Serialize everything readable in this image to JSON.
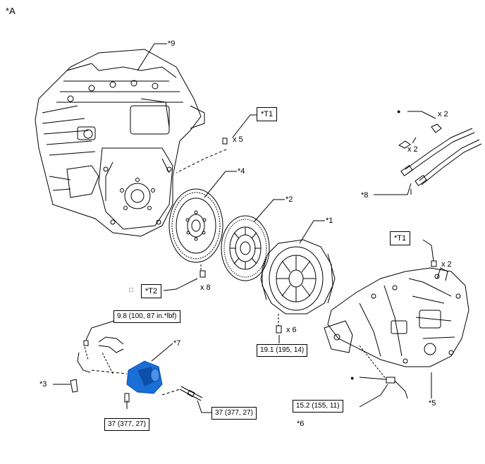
{
  "title": "*A",
  "callouts": {
    "c1": "*1",
    "c2": "*2",
    "c3": "*3",
    "c4": "*4",
    "c5": "*5",
    "c6": "*6",
    "c7": "*7",
    "c8": "*8",
    "c9": "*9"
  },
  "tools": {
    "t1_a": "*T1",
    "t1_b": "*T1",
    "t2": "*T2"
  },
  "quantities": {
    "q_x5": "x 5",
    "q_x2_a": "x 2",
    "q_x2_b": "x 2",
    "q_x8": "x 8",
    "q_x6": "x 6",
    "q_x2_c": "x 2"
  },
  "torques": {
    "tq_9_8": "9.8 (100, 87 in.*lbf)",
    "tq_19_1": "19.1 (195, 14)",
    "tq_37_a": "37 (377, 27)",
    "tq_37_b": "37 (377, 27)",
    "tq_15_2": "15.2 (155, 11)"
  },
  "symbols": {
    "bullet_a": "●",
    "bullet_b": "●",
    "square": "□"
  },
  "colors": {
    "line": "#000000",
    "slave_cylinder": "#1a6fd6",
    "slave_shade": "#0d4fa8"
  }
}
